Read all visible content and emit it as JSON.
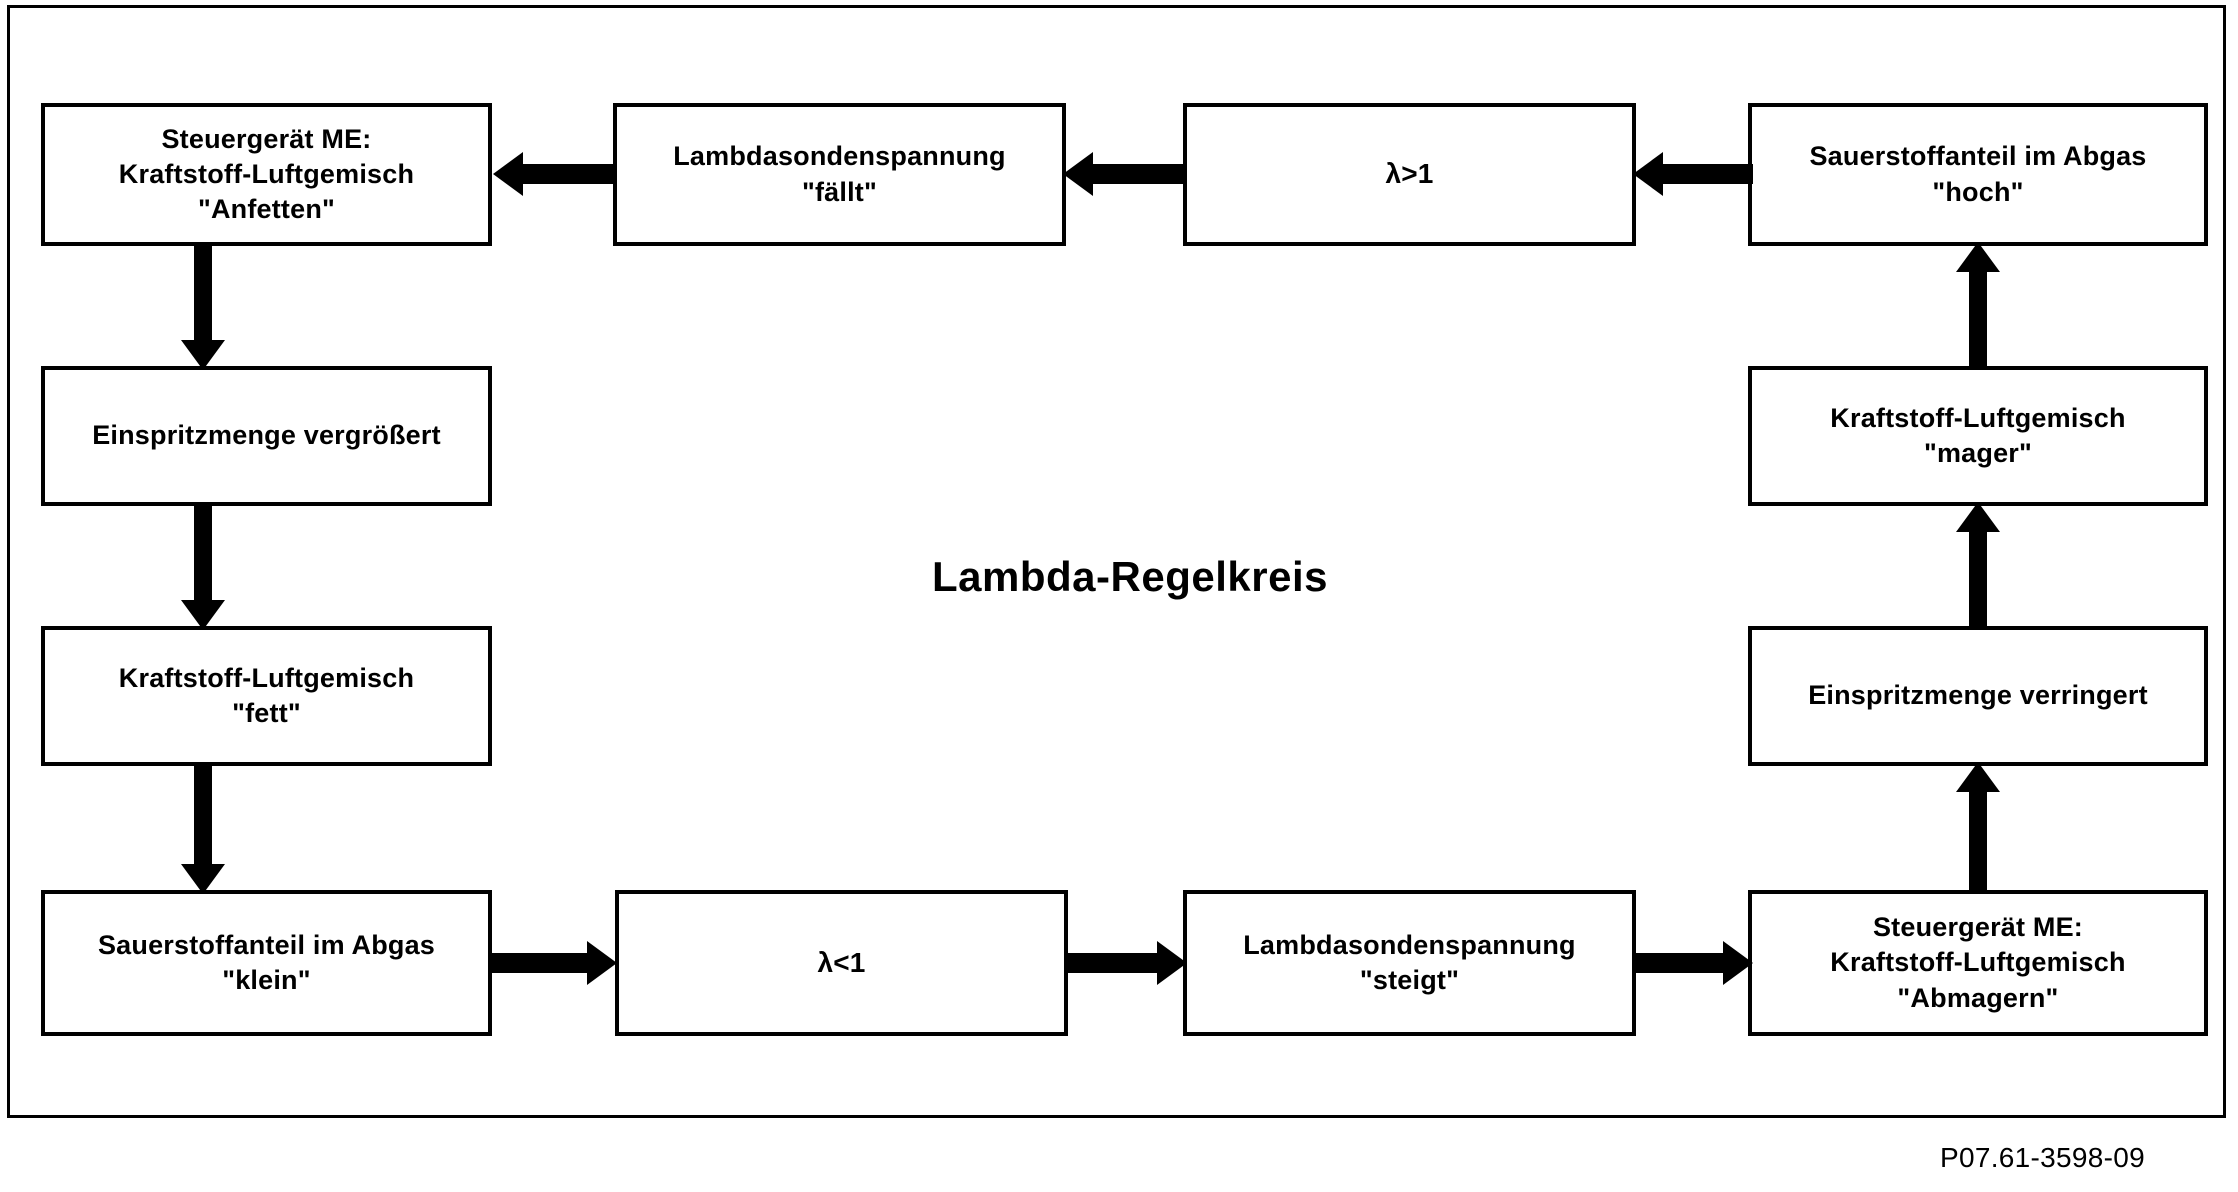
{
  "diagram": {
    "title": "Lambda-Regelkreis",
    "caption": "P07.61-3598-09",
    "nodes": {
      "ecu_enrich": "Steuergerät ME:\nKraftstoff-Luftgemisch\n\"Anfetten\"",
      "injection_increased": "Einspritzmenge vergrößert",
      "mixture_rich": "Kraftstoff-Luftgemisch\n\"fett\"",
      "oxygen_low": "Sauerstoffanteil im Abgas\n\"klein\"",
      "lambda_lt_1": "λ<1",
      "sensor_voltage_rises": "Lambdasondenspannung\n\"steigt\"",
      "ecu_lean": "Steuergerät ME:\nKraftstoff-Luftgemisch\n\"Abmagern\"",
      "injection_reduced": "Einspritzmenge verringert",
      "mixture_lean": "Kraftstoff-Luftgemisch\n\"mager\"",
      "oxygen_high": "Sauerstoffanteil im Abgas\n\"hoch\"",
      "lambda_gt_1": "λ>1",
      "sensor_voltage_falls": "Lambdasondenspannung\n\"fällt\""
    },
    "colors": {
      "line": "#000000",
      "background": "#ffffff",
      "text": "#000000"
    }
  }
}
